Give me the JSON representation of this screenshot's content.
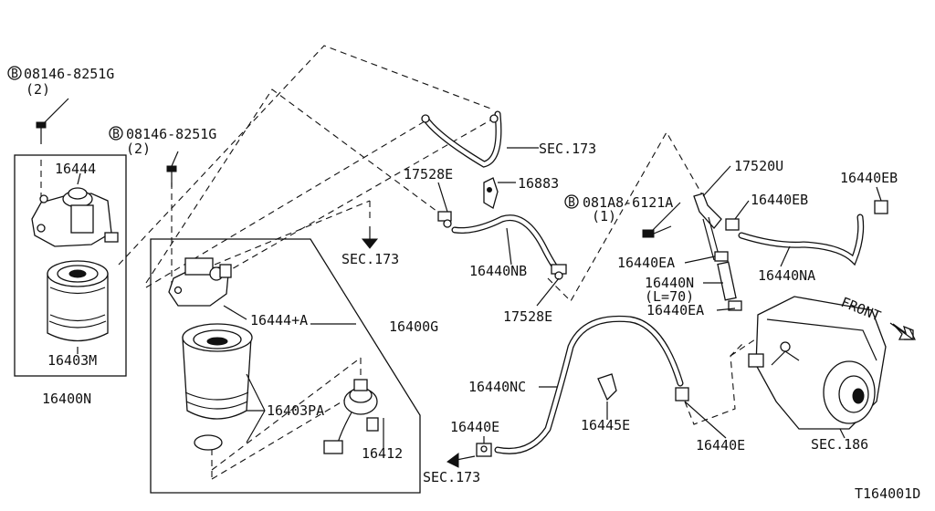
{
  "diagram": {
    "labels": {
      "bolt_1": "08146-8251G",
      "bolt_1_qty": "(2)",
      "bolt_2": "08146-8251G",
      "bolt_2_qty": "(2)",
      "bolt_3": "081A8-6121A",
      "bolt_3_qty": "(1)",
      "p16444": "16444",
      "p16403M": "16403M",
      "p16400N": "16400N",
      "p16444A": "16444+A",
      "p16400G": "16400G",
      "p16403PA": "16403PA",
      "p16412": "16412",
      "sec173_top": "SEC.173",
      "sec173_mid": "SEC.173",
      "sec173_bottom": "SEC.173",
      "p17528E_top": "17528E",
      "p16883": "16883",
      "p16440NB": "16440NB",
      "p17528E_bot": "17528E",
      "p17520U": "17520U",
      "p16440EB_1": "16440EB",
      "p16440EB_2": "16440EB",
      "p16440EA_1": "16440EA",
      "p16440N": "16440N",
      "l70": "(L=70)",
      "p16440EA_2": "16440EA",
      "p16440NA": "16440NA",
      "front": "FRONT",
      "p16440NC": "16440NC",
      "p16440E_left": "16440E",
      "p16445E": "16445E",
      "p16440E_right": "16440E",
      "sec186": "SEC.186",
      "diagram_id": "T164001D"
    },
    "bolt_marker": "B",
    "icons": [
      "down-arrow-icon",
      "front-arrow-icon",
      "left-arrow-icon"
    ]
  }
}
